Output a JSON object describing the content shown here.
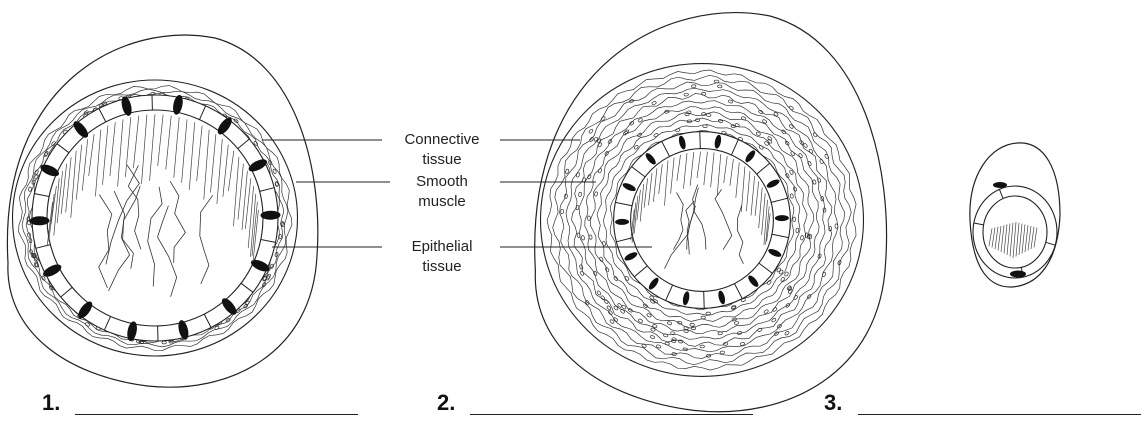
{
  "labels": {
    "connective": {
      "line1": "Connective",
      "line2": "tissue"
    },
    "smooth": {
      "line1": "Smooth",
      "line2": "muscle"
    },
    "epithelial": {
      "line1": "Epithelial",
      "line2": "tissue"
    }
  },
  "answers": [
    {
      "number": "1."
    },
    {
      "number": "2."
    },
    {
      "number": "3."
    }
  ]
}
